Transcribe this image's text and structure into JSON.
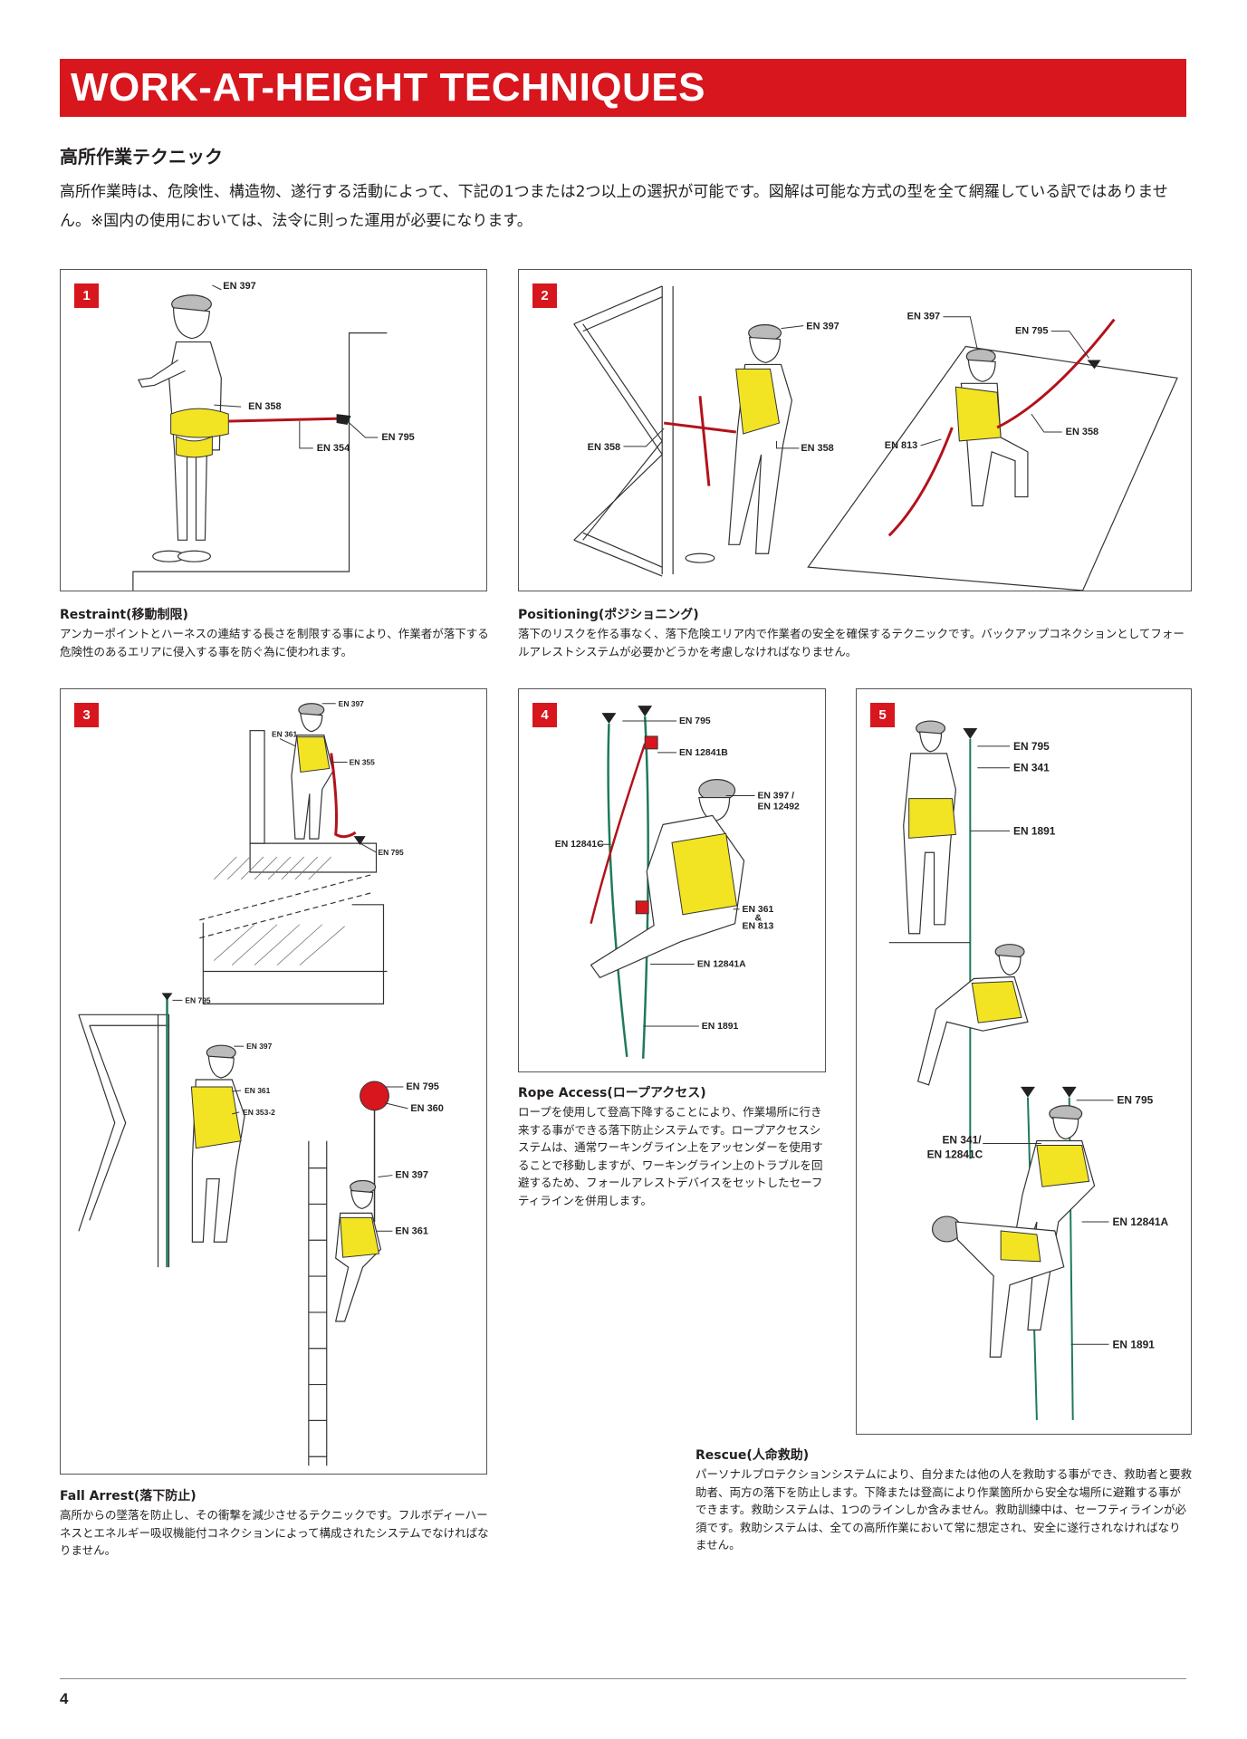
{
  "header": {
    "title": "WORK-AT-HEIGHT TECHNIQUES",
    "subtitle": "高所作業テクニック",
    "intro": "高所作業時は、危険性、構造物、遂行する活動によって、下記の1つまたは2つ以上の選択が可能です。図解は可能な方式の型を全て網羅している訳ではありません。※国内の使用においては、法令に則った運用が必要になります。"
  },
  "colors": {
    "accent": "#d7161e",
    "harness_yellow": "#f2e422",
    "rope_red": "#b3121a",
    "rope_green": "#1f7a5a"
  },
  "panels": [
    {
      "number": "1",
      "labels": [
        "EN 397",
        "EN 358",
        "EN 354",
        "EN 795"
      ],
      "caption_title": "Restraint(移動制限)",
      "caption_body": "アンカーポイントとハーネスの連結する長さを制限する事により、作業者が落下する危険性のあるエリアに侵入する事を防ぐ為に使われます。"
    },
    {
      "number": "2",
      "labels": [
        "EN 397",
        "EN 358",
        "EN 358",
        "EN 397",
        "EN 795",
        "EN 813",
        "EN 358"
      ],
      "caption_title": "Positioning(ポジショニング)",
      "caption_body": "落下のリスクを作る事なく、落下危険エリア内で作業者の安全を確保するテクニックです。バックアップコネクションとしてフォールアレストシステムが必要かどうかを考慮しなければなりません。"
    },
    {
      "number": "3",
      "labels": [
        "EN 397",
        "EN 361",
        "EN 355",
        "EN 795",
        "EN 795",
        "EN 397",
        "EN 361",
        "EN 353-2",
        "EN 795",
        "EN 360",
        "EN 397",
        "EN 361"
      ],
      "caption_title": "Fall Arrest(落下防止)",
      "caption_body": "高所からの墜落を防止し、その衝撃を減少させるテクニックです。フルボディーハーネスとエネルギー吸収機能付コネクションによって構成されたシステムでなければなりません。"
    },
    {
      "number": "4",
      "labels": [
        "EN 795",
        "EN 12841B",
        "EN 397 /",
        "EN 12492",
        "EN 12841C",
        "EN 361",
        "&",
        "EN 813",
        "EN 12841A",
        "EN 1891"
      ],
      "caption_title": "Rope Access(ロープアクセス)",
      "caption_body": "ロープを使用して登高下降することにより、作業場所に行き来する事ができる落下防止システムです。ロープアクセスシステムは、通常ワーキングライン上をアッセンダーを使用することで移動しますが、ワーキングライン上のトラブルを回避するため、フォールアレストデバイスをセットしたセーフティラインを併用します。"
    },
    {
      "number": "5",
      "labels": [
        "EN 795",
        "EN 341",
        "EN 1891",
        "EN 795",
        "EN 341/",
        "EN 12841C",
        "EN 12841A",
        "EN 1891"
      ],
      "caption_title": "Rescue(人命救助)",
      "caption_body": "パーソナルプロテクションシステムにより、自分または他の人を救助する事ができ、救助者と要救助者、両方の落下を防止します。下降または登高により作業箇所から安全な場所に避難する事ができます。救助システムは、1つのラインしか含みません。救助訓練中は、セーフティラインが必須です。救助システムは、全ての高所作業において常に想定され、安全に遂行されなければなりません。"
    }
  ],
  "footer": {
    "page_number": "4"
  }
}
